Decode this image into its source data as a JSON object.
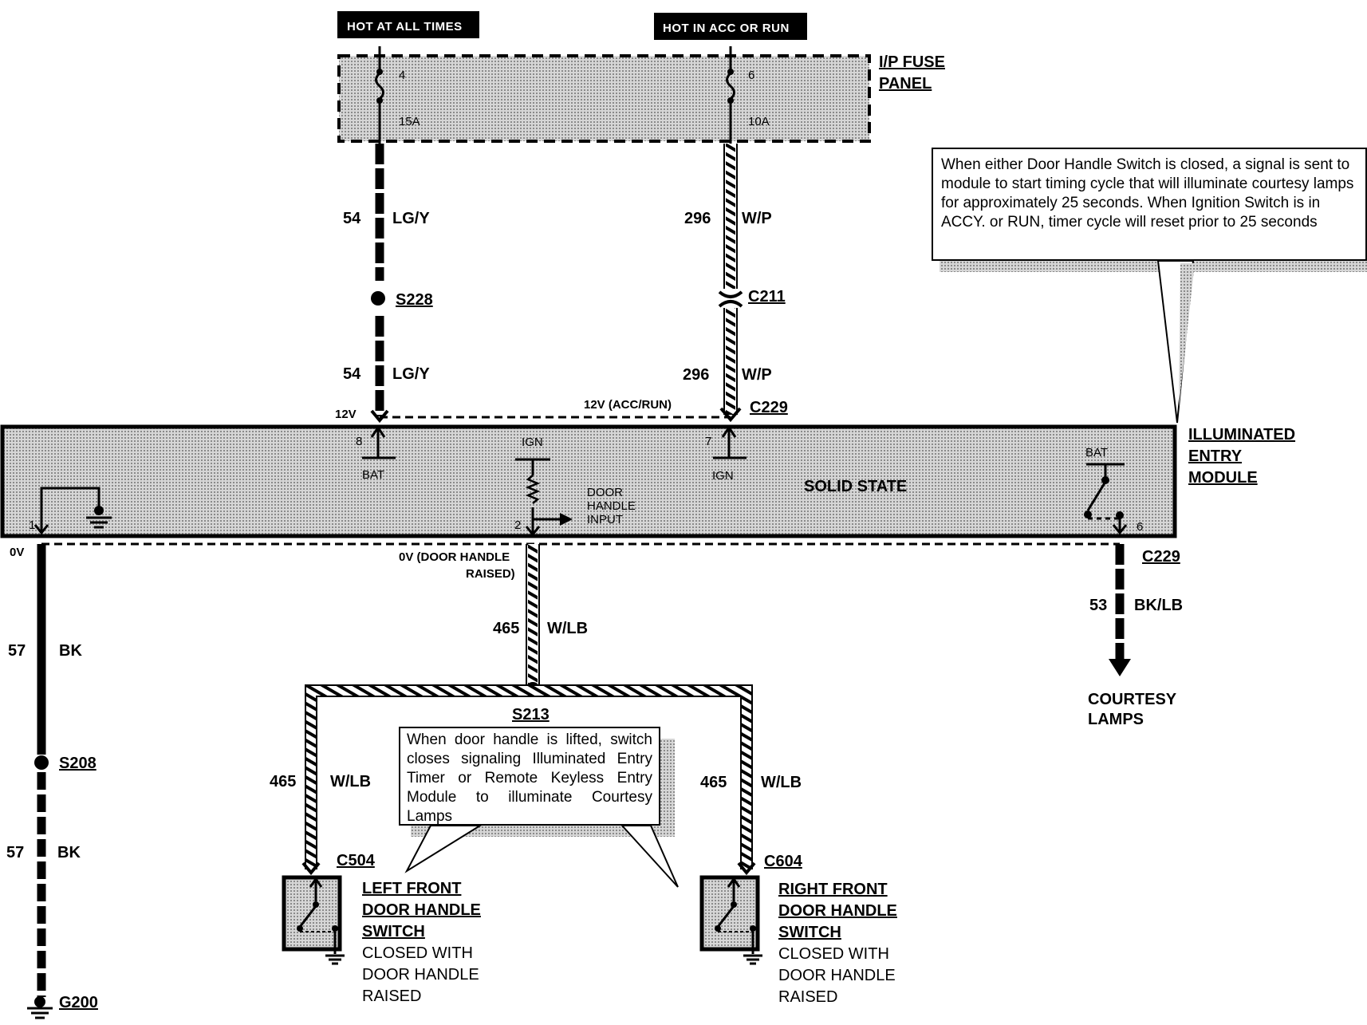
{
  "headers": {
    "left": "HOT AT ALL TIMES",
    "right": "HOT IN ACC OR RUN"
  },
  "fuse_panel": {
    "label_line1": "I/P FUSE",
    "label_line2": "PANEL",
    "fuse_left_num": "4",
    "fuse_left_rating": "15A",
    "fuse_right_num": "6",
    "fuse_right_rating": "10A"
  },
  "wires": {
    "w54_top": {
      "num": "54",
      "color": "LG/Y"
    },
    "w296_top": {
      "num": "296",
      "color": "W/P"
    },
    "w54_bot": {
      "num": "54",
      "color": "LG/Y"
    },
    "w296_bot": {
      "num": "296",
      "color": "W/P"
    },
    "w57_top": {
      "num": "57",
      "color": "BK"
    },
    "w57_bot": {
      "num": "57",
      "color": "BK"
    },
    "w465_mid": {
      "num": "465",
      "color": "W/LB"
    },
    "w465_left": {
      "num": "465",
      "color": "W/LB"
    },
    "w465_right": {
      "num": "465",
      "color": "W/LB"
    },
    "w53": {
      "num": "53",
      "color": "BK/LB"
    }
  },
  "splices": {
    "s228": "S228",
    "s213": "S213",
    "s208": "S208"
  },
  "connectors": {
    "c211": "C211",
    "c229_top": "C229",
    "c229_bot": "C229",
    "c504": "C504",
    "c604": "C604",
    "g200": "G200"
  },
  "voltages": {
    "v12": "12V",
    "v12_acc": "12V (ACC/RUN)",
    "v0_left": "0V",
    "v0_door_line1": "0V (DOOR HANDLE",
    "v0_door_line2": "RAISED)"
  },
  "module": {
    "name_line1": "ILLUMINATED",
    "name_line2": "ENTRY",
    "name_line3": "MODULE",
    "solid_state": "SOLID STATE",
    "pin8": "8",
    "pin7": "7",
    "pin1": "1",
    "pin2": "2",
    "pin6": "6",
    "bat_left": "BAT",
    "bat_right": "BAT",
    "ign_top": "IGN",
    "ign_right": "IGN",
    "door_input_line1": "DOOR",
    "door_input_line2": "HANDLE",
    "door_input_line3": "INPUT"
  },
  "courtesy_lamps": {
    "line1": "COURTESY",
    "line2": "LAMPS"
  },
  "left_switch": {
    "line1": "LEFT FRONT",
    "line2": "DOOR HANDLE",
    "line3": "SWITCH",
    "line4": "CLOSED WITH",
    "line5": "DOOR HANDLE",
    "line6": "RAISED"
  },
  "right_switch": {
    "line1": "RIGHT FRONT",
    "line2": "DOOR HANDLE",
    "line3": "SWITCH",
    "line4": "CLOSED WITH",
    "line5": "DOOR HANDLE",
    "line6": "RAISED"
  },
  "notes": {
    "top": "When either Door Handle Switch is closed, a signal is sent to module to start timing cycle that will illuminate courtesy lamps for approximately 25 seconds. When Ignition Switch is in ACCY. or RUN, timer cycle will reset prior to 25 seconds",
    "middle": "When door handle is lifted, switch closes signaling Illuminated Entry Timer or Remote Keyless Entry Module to illuminate Courtesy Lamps"
  }
}
